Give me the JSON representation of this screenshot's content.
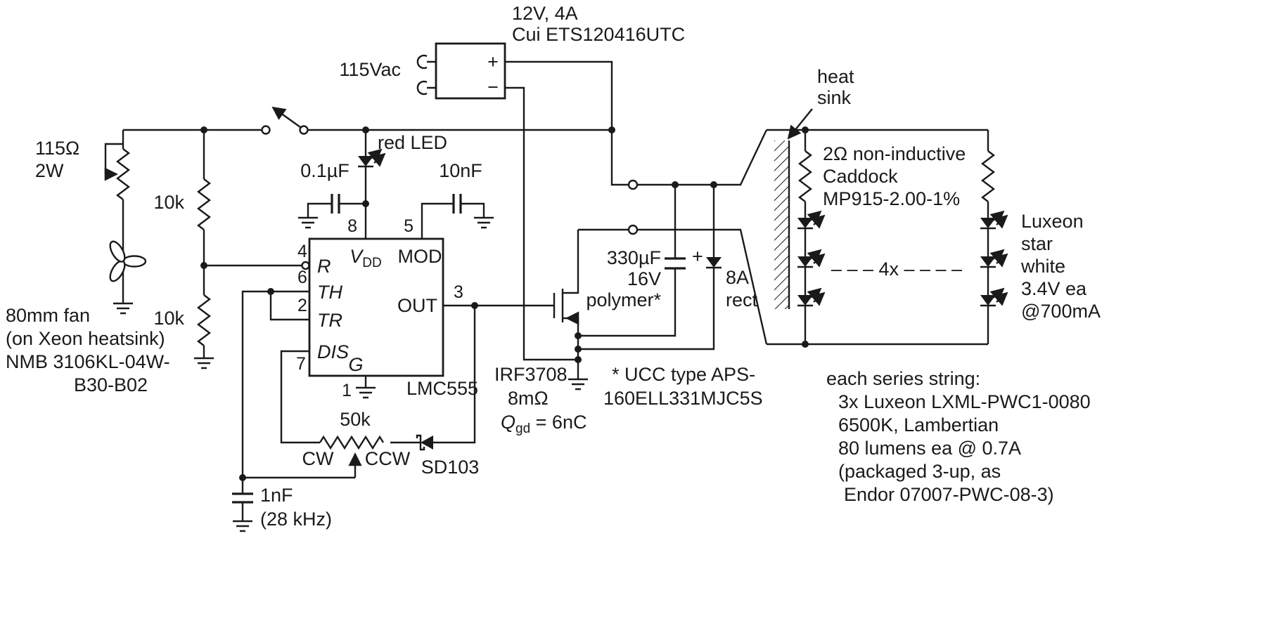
{
  "supply": {
    "rating": "12V, 4A",
    "model": "Cui ETS120416UTC",
    "input": "115Vac",
    "plus": "+",
    "minus": "−"
  },
  "heatsink": {
    "label1": "heat",
    "label2": "sink"
  },
  "fan": {
    "pot_value": "115Ω",
    "pot_power": "2W",
    "note1": "80mm fan",
    "note2": "(on Xeon heatsink)",
    "note3": "NMB 3106KL-04W-",
    "note4": "B30-B02"
  },
  "dividers": {
    "r1": "10k",
    "r2": "10k"
  },
  "caps": {
    "vdd_bypass": "0.1µF",
    "mod": "10nF",
    "timing": "1nF",
    "timing_freq": "(28 kHz)",
    "bulk_value": "330µF",
    "bulk_voltage": "16V",
    "bulk_type": "polymer*",
    "bulk_plus": "+",
    "bulk_note1": "* UCC type APS-",
    "bulk_note2": "160ELL331MJC5S"
  },
  "red_led_label": "red LED",
  "ic": {
    "name": "LMC555",
    "pin8": "8",
    "pin5": "5",
    "pin4": "4",
    "pin6": "6",
    "pin2": "2",
    "pin7": "7",
    "pin3": "3",
    "pin1": "1",
    "vdd_v": "V",
    "vdd_sub": "DD",
    "mod": "MOD",
    "r": "R",
    "th": "TH",
    "tr": "TR",
    "dis": "DIS",
    "out": "OUT",
    "g": "G"
  },
  "pot": {
    "value": "50k",
    "cw": "CW",
    "ccw": "CCW"
  },
  "sd103": "SD103",
  "mosfet": {
    "part": "IRF3708",
    "rds": "8mΩ",
    "q": "Q",
    "q_sub": "gd",
    "q_val": " = 6nC"
  },
  "rect": {
    "line1": "8A",
    "line2": "rect"
  },
  "led_array": {
    "resistor1": "2Ω non-inductive",
    "resistor2": "Caddock",
    "resistor3": "MP915-2.00-1%",
    "count": "– – –  4x  – – – –",
    "led1": "Luxeon",
    "led2": "star",
    "led3": "white",
    "led4": "3.4V ea",
    "led5": "@700mA",
    "note1": "each series string:",
    "note2": "3x Luxeon LXML-PWC1-0080",
    "note3": "6500K, Lambertian",
    "note4": "80 lumens ea @ 0.7A",
    "note5": "(packaged 3-up, as",
    "note6": "Endor 07007-PWC-08-3)"
  }
}
